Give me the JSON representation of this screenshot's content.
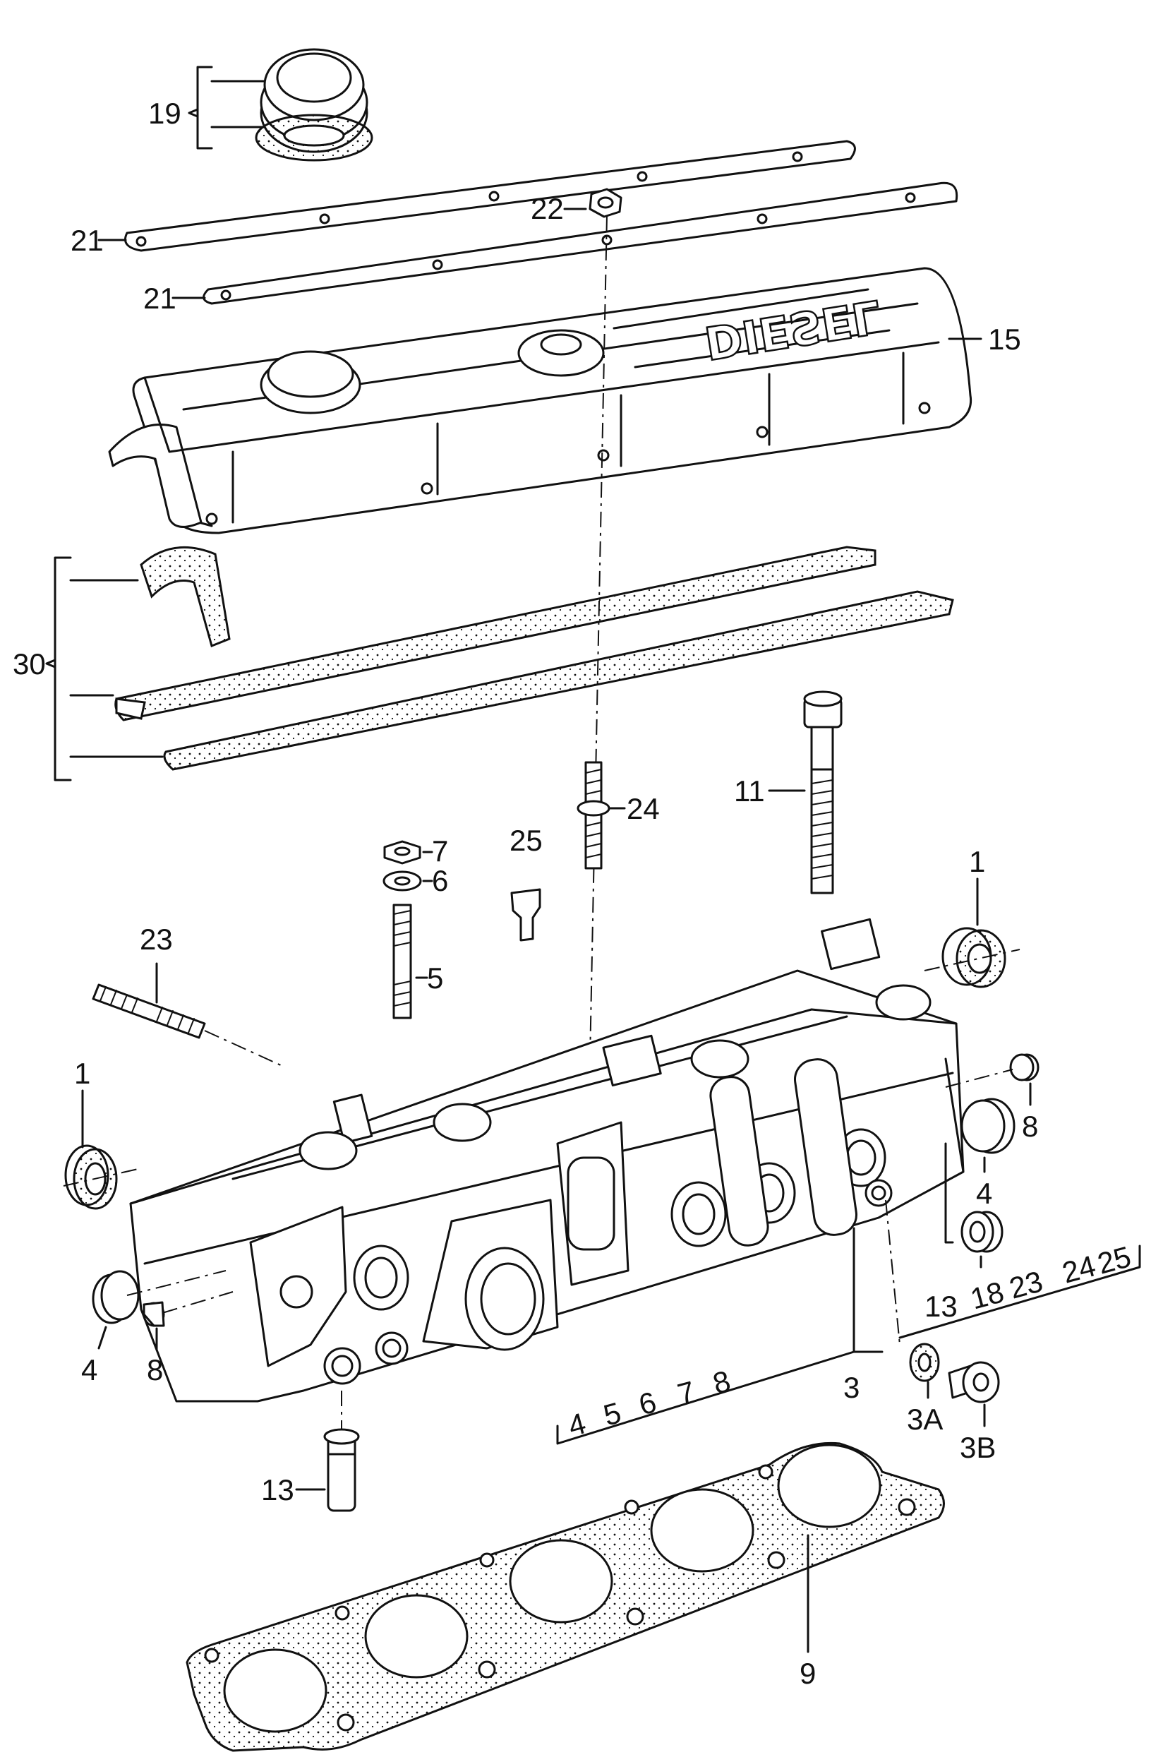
{
  "diagram": {
    "labels": {
      "l19": "19",
      "l21a": "21",
      "l21b": "21",
      "l22": "22",
      "l15": "15",
      "l30": "30",
      "l11": "11",
      "l24": "24",
      "l25": "25",
      "l7": "7",
      "l6": "6",
      "l5": "5",
      "l23": "23",
      "l1a": "1",
      "l1b": "1",
      "l8a": "8",
      "l4a": "4",
      "l4b": "4",
      "l8b": "8",
      "l18": "18",
      "l13a": "13",
      "l23b": "23",
      "l24b": "24",
      "l25b": "25",
      "l13b": "13",
      "l3": "3",
      "l3a": "3A",
      "l3b": "3B",
      "l9": "9",
      "s4": "4",
      "s5": "5",
      "s6": "6",
      "s7": "7",
      "s8": "8"
    },
    "cover_text": "DIESEL"
  }
}
